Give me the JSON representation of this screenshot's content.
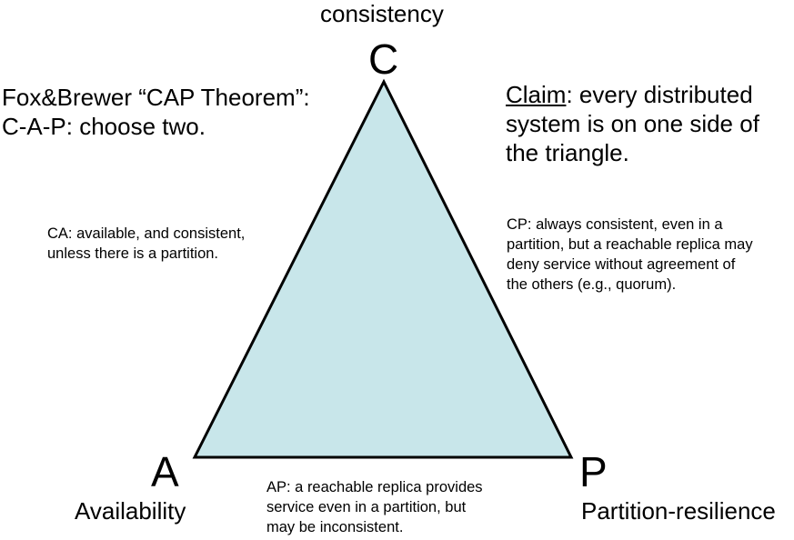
{
  "colors": {
    "triangle_fill": "#c8e6ea",
    "triangle_stroke": "#000000",
    "text": "#000000"
  },
  "vertices": {
    "c": {
      "letter": "C",
      "word": "consistency"
    },
    "a": {
      "letter": "A",
      "word": "Availability"
    },
    "p": {
      "letter": "P",
      "word": "Partition-resilience"
    }
  },
  "theorem": {
    "line1": "Fox&Brewer “CAP Theorem”:",
    "line2": "C-A-P: choose two."
  },
  "claim": {
    "label": "Claim",
    "line1_rest": ": every distributed",
    "line2": "system is on one side of",
    "line3": "the triangle."
  },
  "ca": {
    "line1": "CA: available, and consistent,",
    "line2": "unless there is a partition."
  },
  "cp": {
    "line1": "CP: always consistent, even in a",
    "line2": "partition, but a reachable replica may",
    "line3": "deny service without agreement of",
    "line4": "the others (e.g., quorum)."
  },
  "ap": {
    "line1": "AP: a reachable replica provides",
    "line2": "service even in a partition, but",
    "line3": "may be inconsistent."
  }
}
